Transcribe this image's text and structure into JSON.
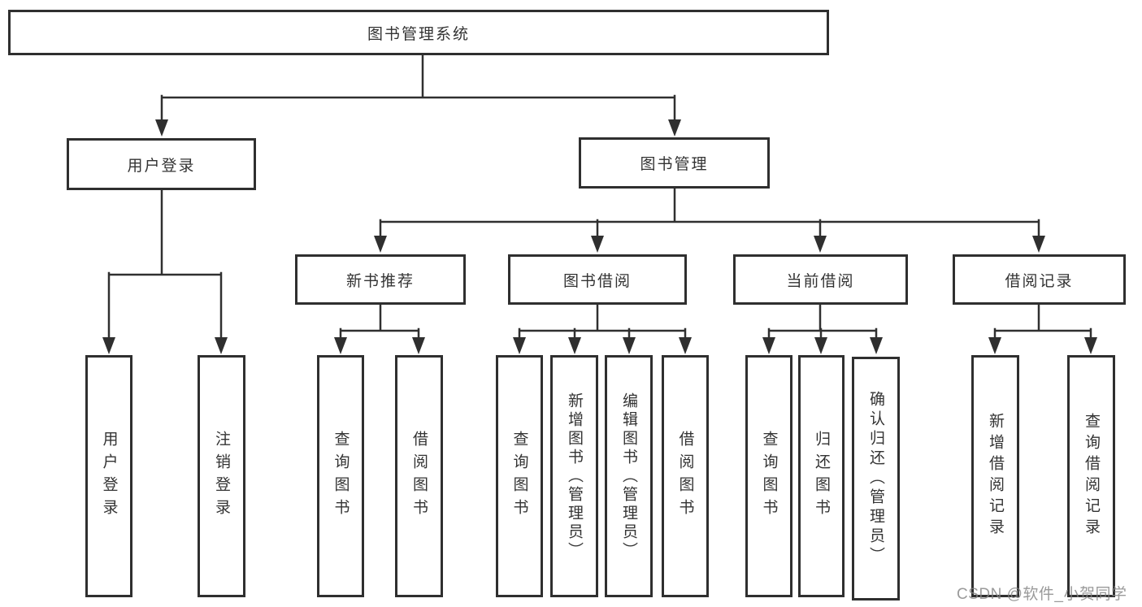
{
  "diagram": {
    "type": "tree-structure-chart",
    "root": {
      "label": "图书管理系统",
      "children": [
        {
          "label": "用户登录",
          "children": [
            {
              "label": "用户登录"
            },
            {
              "label": "注销登录"
            }
          ]
        },
        {
          "label": "图书管理",
          "children": [
            {
              "label": "新书推荐",
              "children": [
                {
                  "label": "查询图书"
                },
                {
                  "label": "借阅图书"
                }
              ]
            },
            {
              "label": "图书借阅",
              "children": [
                {
                  "label": "查询图书"
                },
                {
                  "label": "新增图书（管理员）"
                },
                {
                  "label": "编辑图书（管理员）"
                },
                {
                  "label": "借阅图书"
                }
              ]
            },
            {
              "label": "当前借阅",
              "children": [
                {
                  "label": "查询图书"
                },
                {
                  "label": "归还图书"
                },
                {
                  "label": "确认归还（管理员）"
                }
              ]
            },
            {
              "label": "借阅记录",
              "children": [
                {
                  "label": "新增借阅记录"
                },
                {
                  "label": "查询借阅记录"
                }
              ]
            }
          ]
        }
      ]
    }
  },
  "colors": {
    "line": "#303030",
    "box_border": "#2f2f2f",
    "text": "#333333",
    "background": "#ffffff",
    "watermark": "#848484"
  },
  "watermark": {
    "text": "CSDN @软件_小贺同学"
  }
}
